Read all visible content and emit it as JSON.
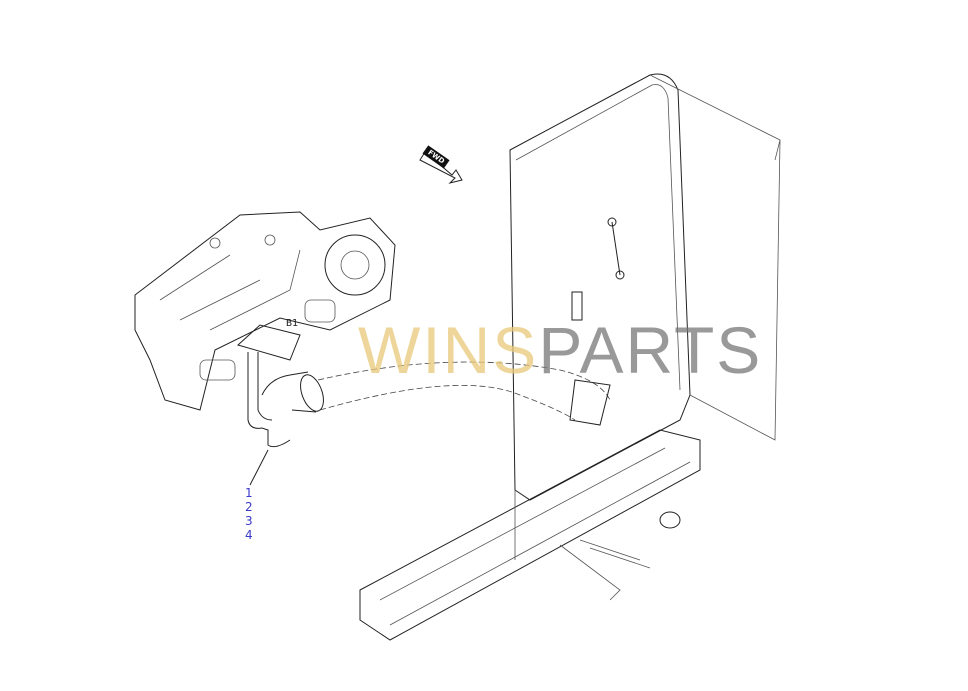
{
  "diagram": {
    "direction_label": "FWD",
    "view_label": "B1",
    "callouts": [
      "1",
      "2",
      "3",
      "4"
    ],
    "watermark": {
      "part1": "WINS",
      "part2": "PARTS"
    }
  },
  "colors": {
    "callout": "#3a3ac8",
    "watermark_gold": "#e9c97a",
    "watermark_gray": "#777777"
  }
}
